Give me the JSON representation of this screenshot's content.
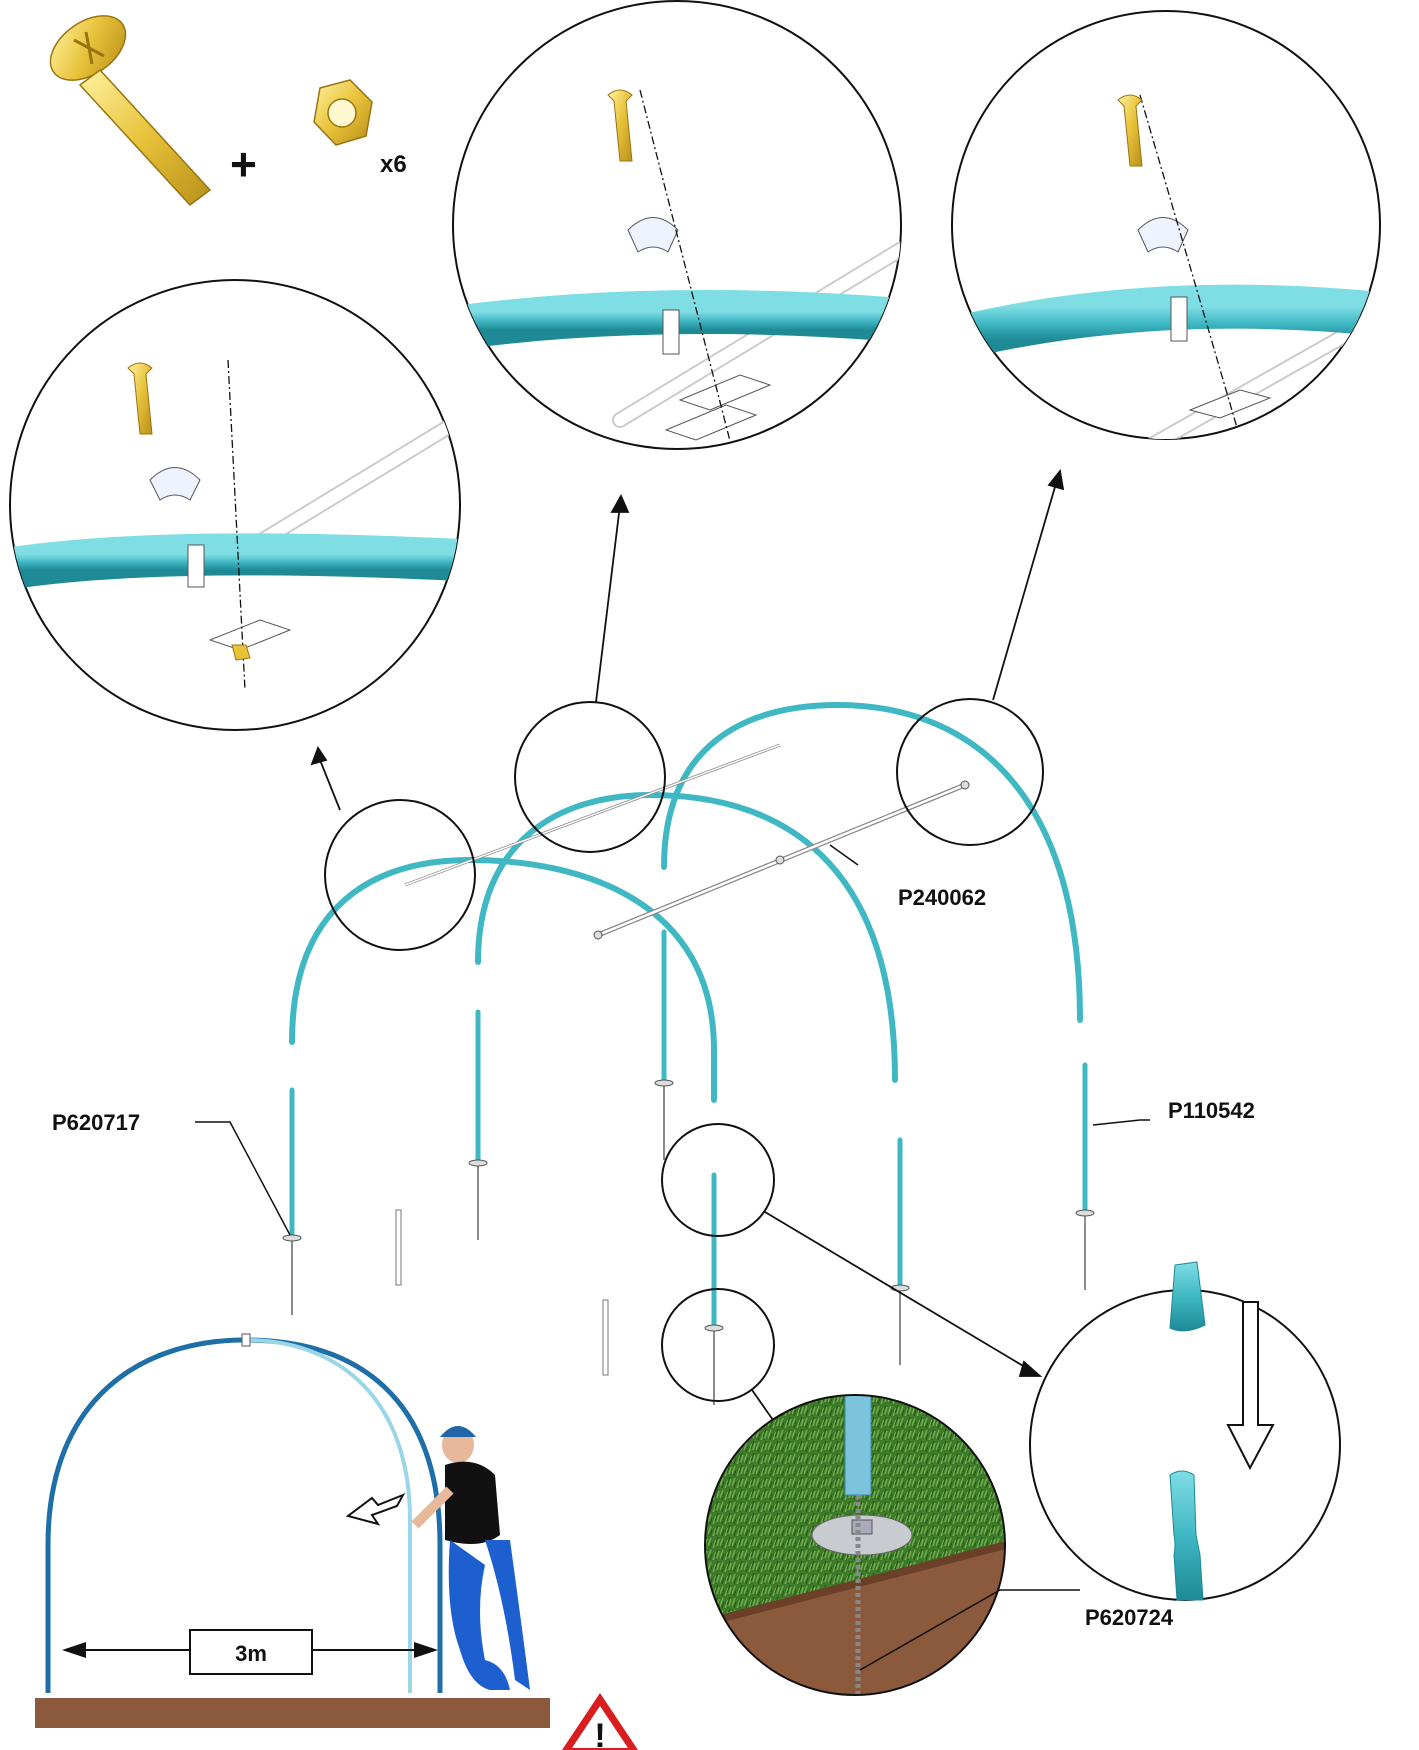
{
  "hardware": {
    "plus": "+",
    "quantity": "x6"
  },
  "parts": {
    "p240062": "P240062",
    "p620717": "P620717",
    "p110542": "P110542",
    "p620724": "P620724"
  },
  "dimension": "3m",
  "warning_symbol": "!",
  "colors": {
    "pipe": "#3fb8c4",
    "pipe_dark": "#1e6fa8",
    "bolt": "#e8c23a",
    "soil": "#8b5a3c",
    "grass": "#3d7a2a",
    "warning": "#d81e1e"
  },
  "icons": [
    "bolt-icon",
    "nut-icon",
    "warning-icon",
    "arrow-down-icon",
    "arrow-left-icon"
  ]
}
